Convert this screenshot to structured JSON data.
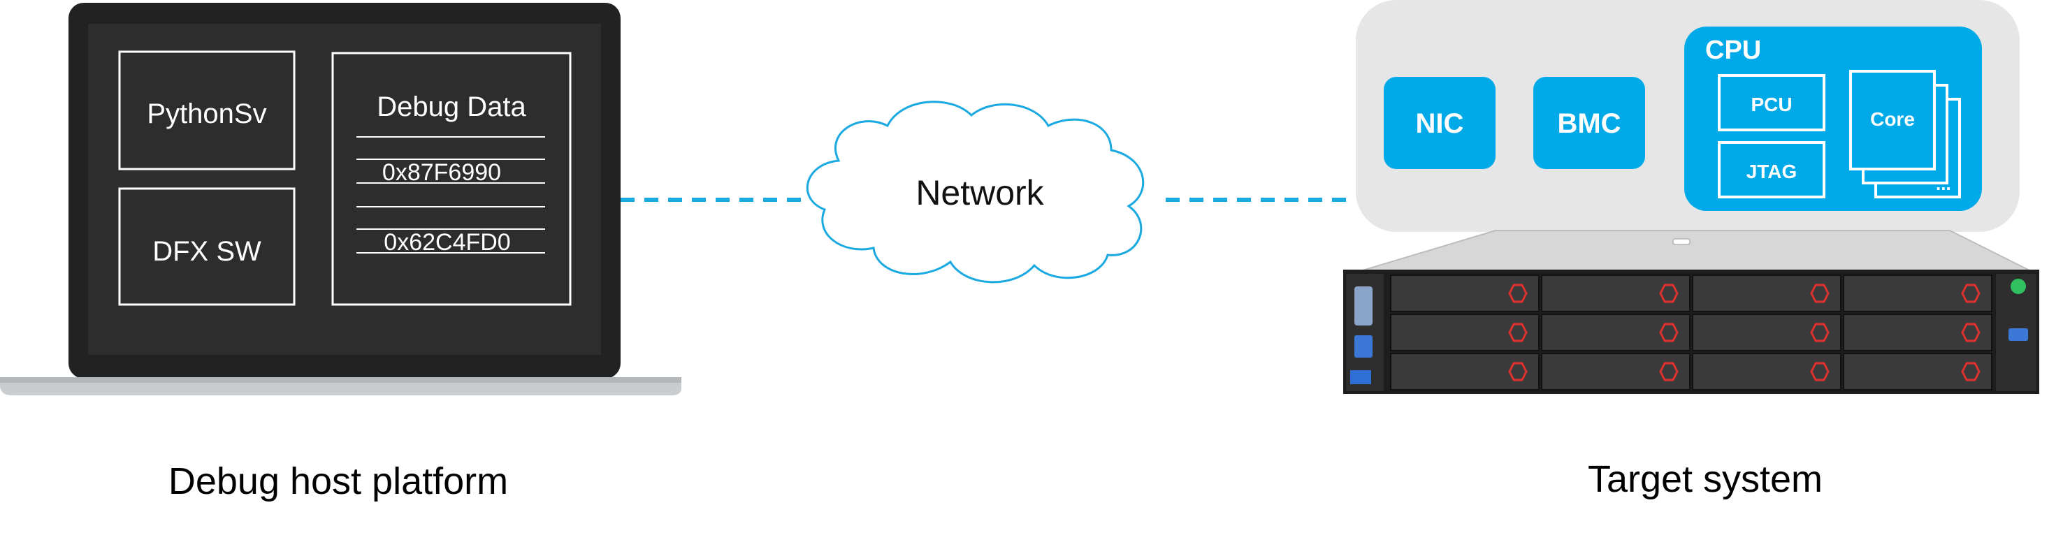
{
  "host": {
    "label": "Debug host platform",
    "modules": [
      "PythonSv",
      "DFX SW"
    ],
    "debug_data": {
      "title": "Debug Data",
      "values": [
        "0x87F6990",
        "0x62C4FD0"
      ]
    }
  },
  "network": {
    "label": "Network"
  },
  "target": {
    "label": "Target system",
    "components": [
      "NIC",
      "BMC"
    ],
    "cpu": {
      "title": "CPU",
      "blocks": [
        "PCU",
        "JTAG"
      ],
      "core_label": "Core",
      "core_more": "..."
    }
  },
  "colors": {
    "accent": "#00A9E8",
    "panel": "#E6E6E6",
    "laptop_bezel": "#222222",
    "laptop_screen": "#2B2B2B",
    "connector": "#1AA9E0"
  }
}
